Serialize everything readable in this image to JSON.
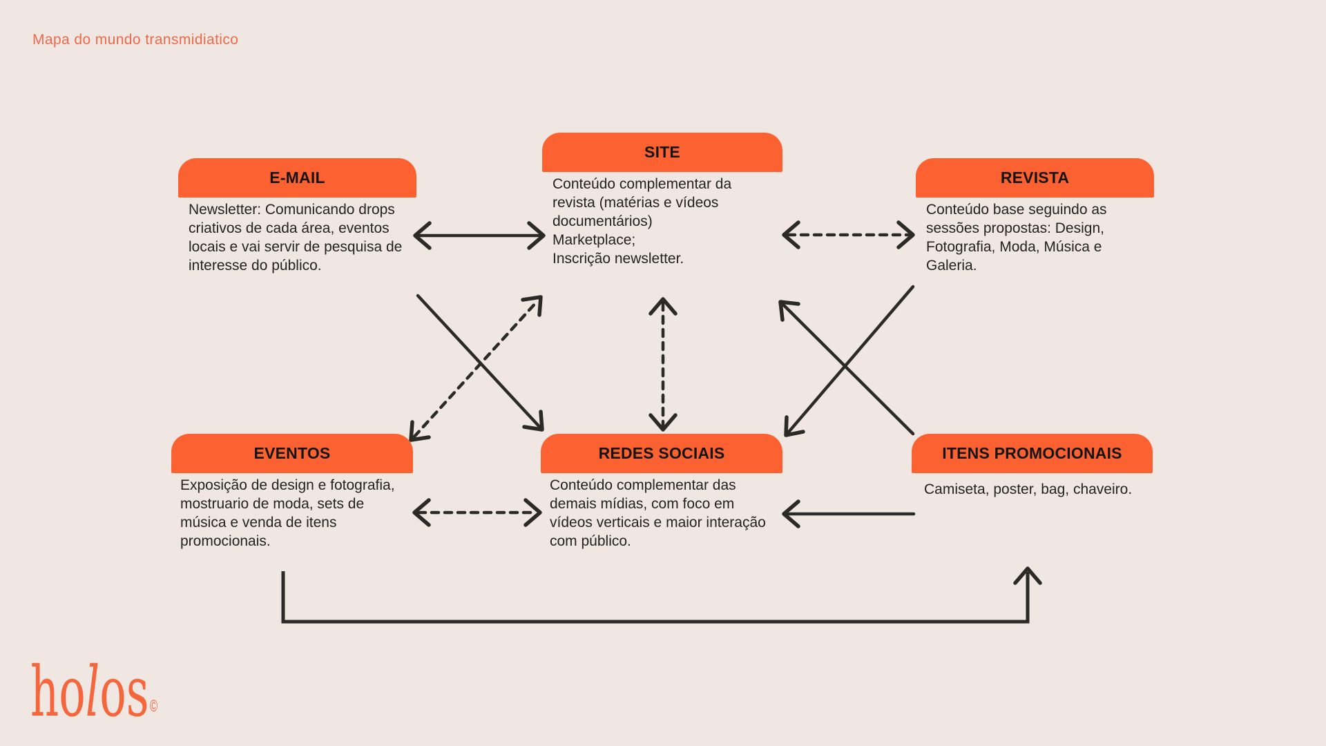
{
  "page": {
    "title": "Mapa do mundo transmidiatico",
    "background_color": "#F1E7E2",
    "node_color": "#FC6231",
    "arrow_color": "#2B2A27",
    "title_color": "#EB6A4B"
  },
  "logo": {
    "part1": "ho",
    "part2": "l",
    "part3": "os",
    "copyright": "©",
    "color": "#F5663D"
  },
  "nodes": {
    "email": {
      "title": "E-MAIL",
      "description": "Newsletter: Comunicando drops\ncriativos de cada área, eventos\nlocais e vai servir de pesquisa de\ninteresse do público."
    },
    "site": {
      "title": "SITE",
      "description": "Conteúdo complementar da\nrevista (matérias e vídeos\ndocumentários)\nMarketplace;\nInscrição newsletter."
    },
    "revista": {
      "title": "REVISTA",
      "description": "Conteúdo base seguindo as\nsessões propostas: Design,\nFotografia, Moda, Música e\nGaleria."
    },
    "eventos": {
      "title": "EVENTOS",
      "description": "Exposição de design e fotografia,\nmostruario de moda, sets de\nmúsica e venda de itens\npromocionais."
    },
    "redes_sociais": {
      "title": "REDES SOCIAIS",
      "description": "Conteúdo complementar das\ndemais mídias, com foco em\nvídeos verticais e maior interação\ncom público."
    },
    "itens_promocionais": {
      "title": "ITENS PROMOCIONAIS",
      "description": "Camiseta, poster, bag, chaveiro."
    }
  },
  "connections": [
    {
      "from": "E-MAIL",
      "to": "SITE",
      "style": "solid",
      "direction": "both"
    },
    {
      "from": "SITE",
      "to": "REVISTA",
      "style": "dashed",
      "direction": "both"
    },
    {
      "from": "SITE",
      "to": "REDES SOCIAIS",
      "style": "dashed",
      "direction": "both"
    },
    {
      "from": "E-MAIL",
      "to": "REDES SOCIAIS",
      "style": "solid",
      "direction": "one-way"
    },
    {
      "from": "EVENTOS",
      "to": "SITE",
      "style": "dashed",
      "direction": "both"
    },
    {
      "from": "REVISTA",
      "to": "REDES SOCIAIS",
      "style": "solid",
      "direction": "one-way"
    },
    {
      "from": "ITENS PROMOCIONAIS",
      "to": "SITE",
      "style": "solid",
      "direction": "one-way"
    },
    {
      "from": "EVENTOS",
      "to": "REDES SOCIAIS",
      "style": "dashed",
      "direction": "both"
    },
    {
      "from": "ITENS PROMOCIONAIS",
      "to": "REDES SOCIAIS",
      "style": "solid",
      "direction": "one-way"
    },
    {
      "from": "EVENTOS",
      "to": "ITENS PROMOCIONAIS",
      "style": "solid",
      "direction": "one-way",
      "route": "bottom"
    }
  ]
}
